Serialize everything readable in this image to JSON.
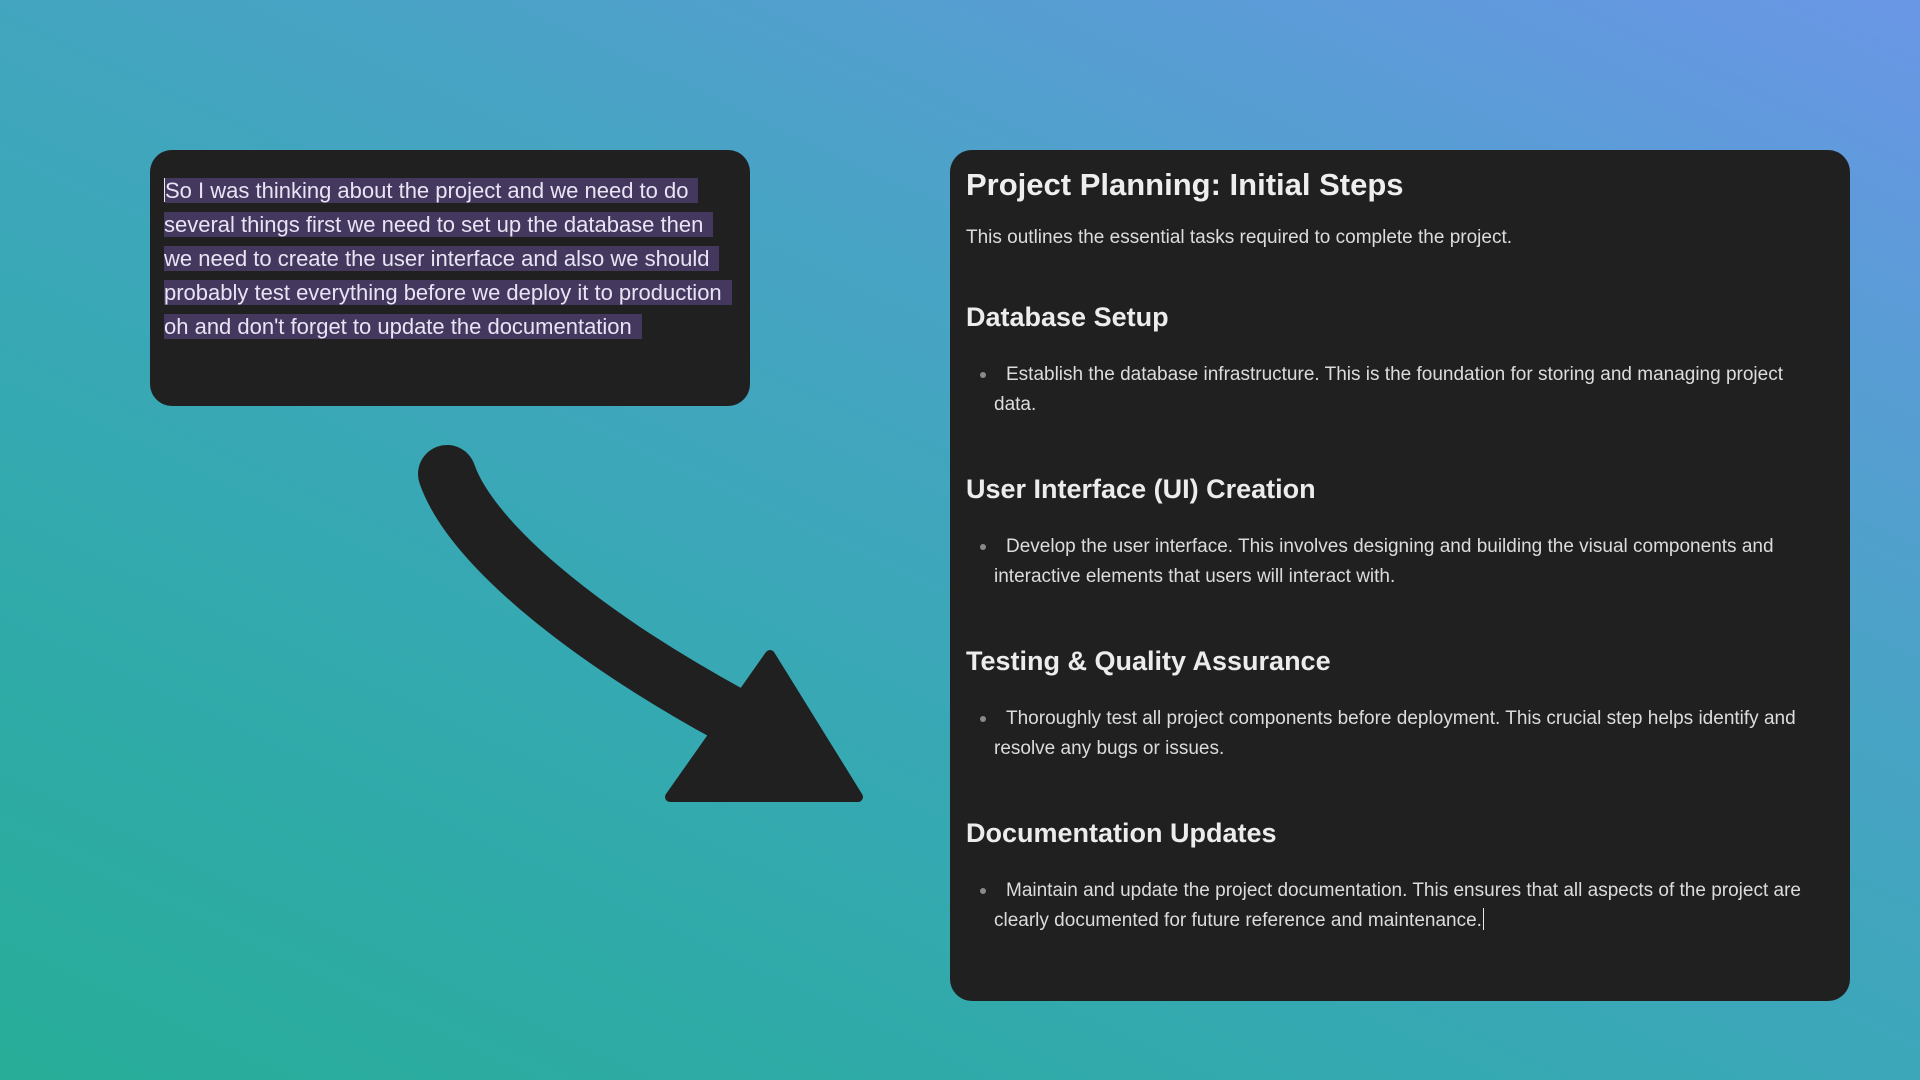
{
  "input_card": {
    "raw_text": "So I was thinking about the project and we need to do several things first we need to set up the database then we need to create the user interface and also we should probably test everything before we deploy it to production oh and don't forget to update the documentation"
  },
  "transform_arrow": {
    "icon": "curved-arrow-icon"
  },
  "output_card": {
    "title": "Project Planning: Initial Steps",
    "intro": "This outlines the essential tasks required to complete the project.",
    "sections": [
      {
        "heading": "Database Setup",
        "bullet": "Establish the database infrastructure. This is the foundation for storing and managing project data."
      },
      {
        "heading": "User Interface (UI) Creation",
        "bullet": "Develop the user interface. This involves designing and building the visual components and interactive elements that users will interact with."
      },
      {
        "heading": "Testing & Quality Assurance",
        "bullet": "Thoroughly test all project components before deployment. This crucial step helps identify and resolve any bugs or issues."
      },
      {
        "heading": "Documentation Updates",
        "bullet": "Maintain and update the project documentation. This ensures that all aspects of the project are clearly documented for future reference and maintenance."
      }
    ]
  },
  "colors": {
    "card_background": "#202020",
    "selection_highlight": "#45385f",
    "arrow": "#202020"
  }
}
